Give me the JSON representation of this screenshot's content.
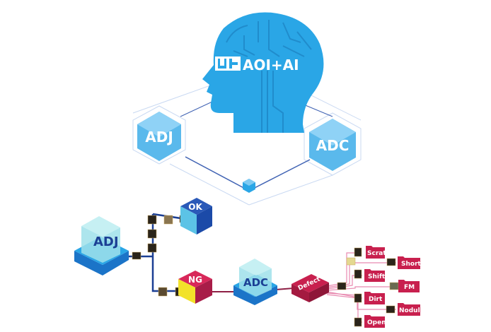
{
  "brand": {
    "logo": "U+H",
    "title": "AOI+AI"
  },
  "hexes": {
    "left": "ADJ",
    "right": "ADC"
  },
  "flow": {
    "adj_machine": "ADJ",
    "ok": "OK",
    "ng": "NG",
    "adc_machine": "ADC",
    "defect": "Defect"
  },
  "defects": [
    "Scratch",
    "Short",
    "Shift",
    "FM",
    "Dirt",
    "Nodule",
    "Open"
  ],
  "colors": {
    "blue": "#2aa6e6",
    "navy": "#1b3f94",
    "crimson": "#c8204e",
    "pink": "#e88ab0"
  }
}
